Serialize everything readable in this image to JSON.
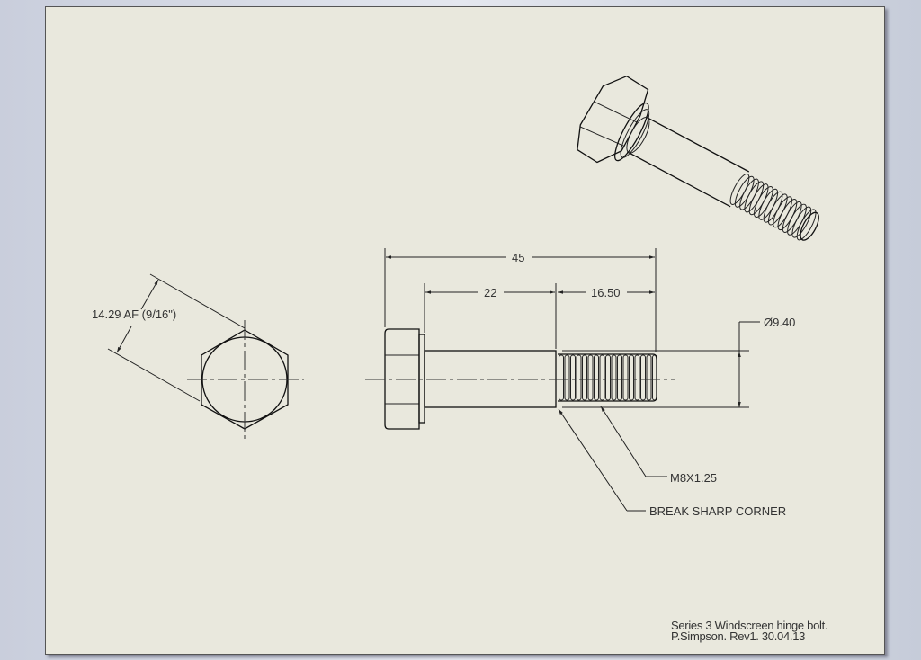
{
  "drawing": {
    "hex_across_flats": "14.29 AF (9/16\")",
    "overall_length": "45",
    "shank_length": "22",
    "thread_length": "16.50",
    "diameter": "Ø9.40",
    "thread_spec": "M8X1.25",
    "corner_note": "BREAK SHARP CORNER"
  },
  "title_block": {
    "line1": "Series 3 Windscreen hinge bolt.",
    "line2": "P.Simpson. Rev1. 30.04.13"
  }
}
